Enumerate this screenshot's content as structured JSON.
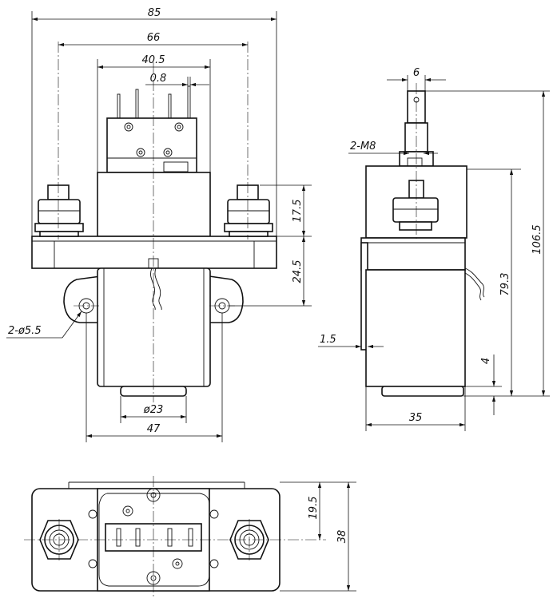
{
  "drawing": {
    "front_view": {
      "overall_width": "85",
      "terminal_spacing": "66",
      "connector_width": "40.5",
      "pin_thickness": "0.8",
      "terminal_height": "17.5",
      "flange_height": "24.5",
      "mounting_holes": "2-ø5.5",
      "bottom_diameter": "ø23",
      "body_width": "47"
    },
    "side_view": {
      "tab_width": "6",
      "thread": "2-M8",
      "overall_height": "106.5",
      "body_height": "79.3",
      "bracket_thickness": "1.5",
      "bottom_offset": "4",
      "body_depth": "35"
    },
    "top_view": {
      "half_depth": "19.5",
      "total_depth": "38"
    }
  }
}
